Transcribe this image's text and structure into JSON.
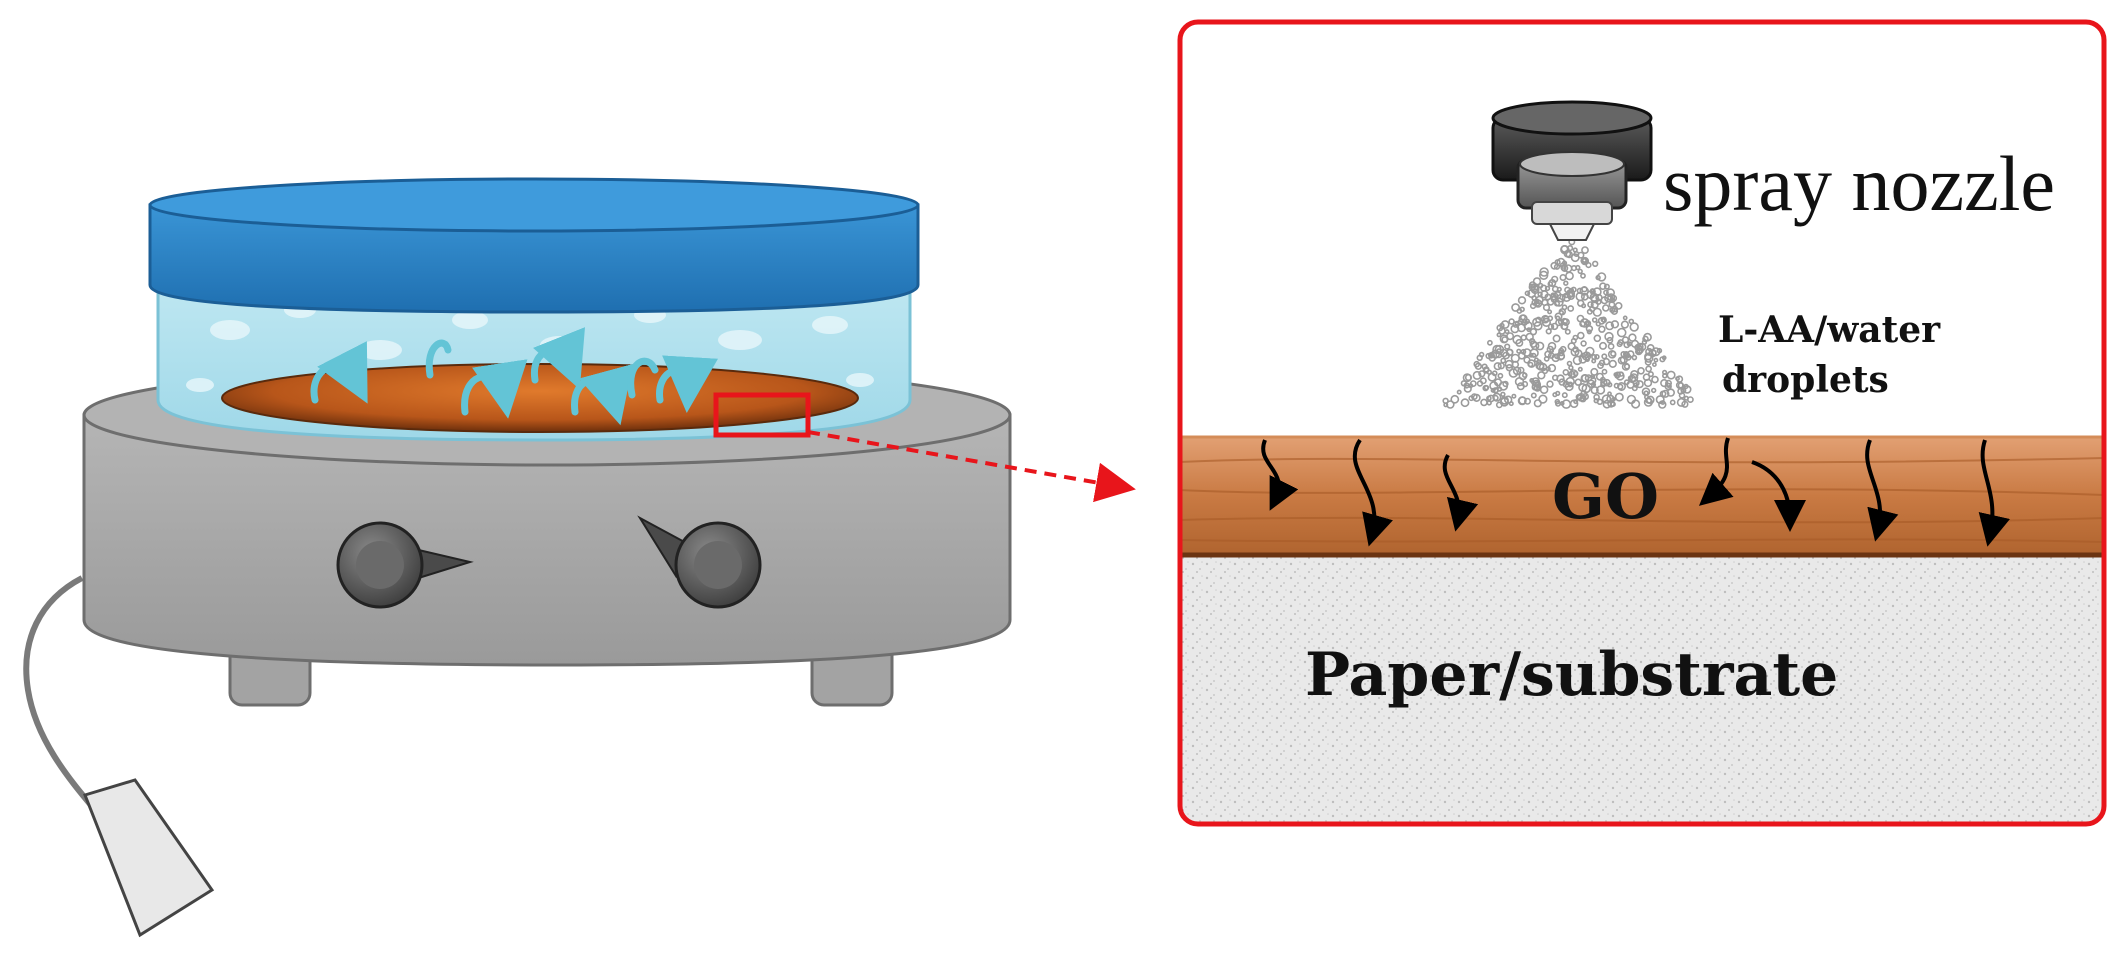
{
  "labels": {
    "spray_nozzle": "spray nozzle",
    "droplets_line1": "L-AA/water",
    "droplets_line2": "droplets",
    "go_layer": "GO",
    "substrate": "Paper/substrate"
  },
  "colors": {
    "frame_red": "#e8151b",
    "lid_blue": "#2f86c8",
    "dish_water": "#bfe7f2",
    "go_orange": "#c4611d",
    "wood_brown": "#c8773f",
    "hotplate_gray": "#a9a9a9",
    "paper_gray": "#e6e6e6",
    "vapor_cyan": "#63c4d6"
  }
}
